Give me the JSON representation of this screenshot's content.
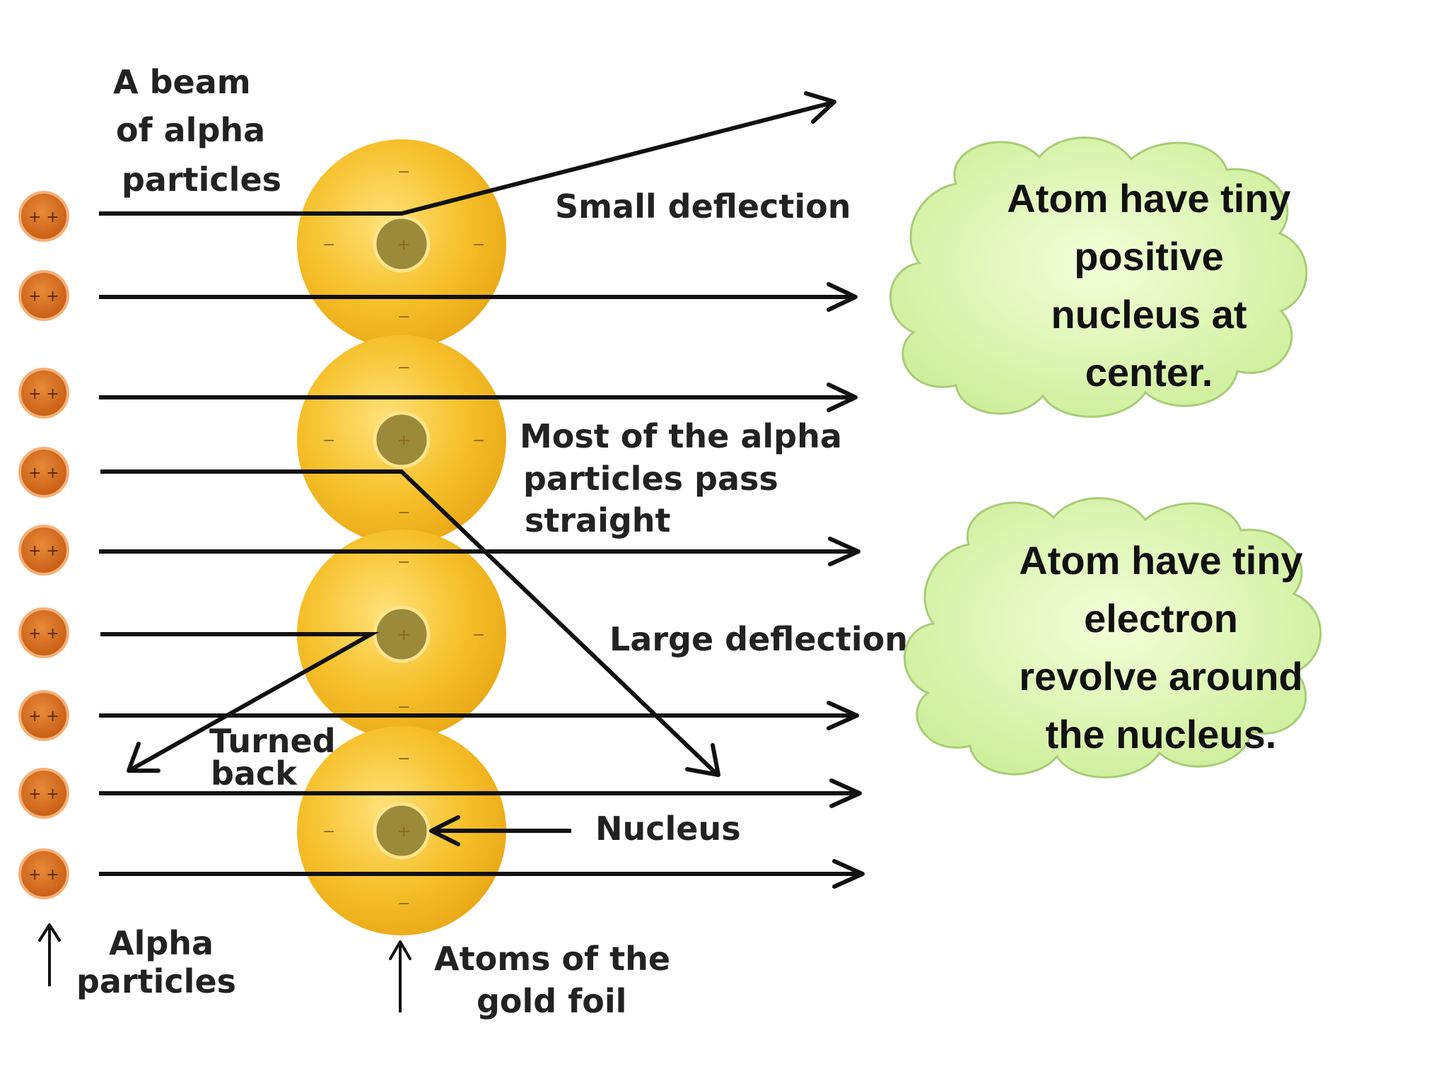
{
  "labels": {
    "beam": [
      "A beam",
      "of alpha",
      "particles"
    ],
    "small_deflection": "Small deflection",
    "most_pass": [
      "Most of the alpha",
      "particles pass",
      "straight"
    ],
    "large_deflection": "Large deflection",
    "turned_back": [
      "Turned",
      "back"
    ],
    "nucleus": "Nucleus",
    "alpha_particles": [
      "Alpha",
      "particles"
    ],
    "gold_foil": [
      "Atoms of the",
      "gold foil"
    ]
  },
  "alpha_particle_text": "+ +",
  "atom": {
    "electron_sign": "−",
    "nucleus_sign": "+"
  },
  "clouds": [
    {
      "lines": [
        "Atom have tiny",
        "positive",
        "nucleus at",
        "center."
      ]
    },
    {
      "lines": [
        "Atom have tiny",
        "electron",
        "revolve around",
        "the nucleus."
      ]
    }
  ],
  "colors": {
    "atom": "#f2b81a",
    "atom_glow": "#ffe27a",
    "nucleus": "#9a8a3a",
    "nucleus_ring": "#ffe48a",
    "alpha": "#d7701f",
    "cloud_fill": "#dff6b6",
    "cloud_stroke": "#a8cc76"
  }
}
